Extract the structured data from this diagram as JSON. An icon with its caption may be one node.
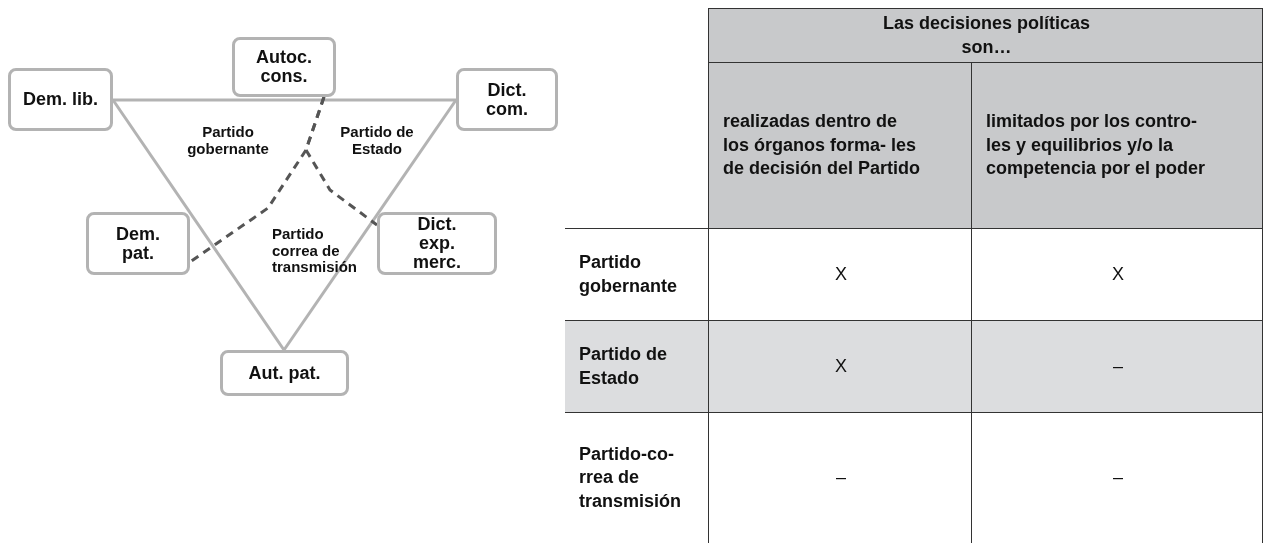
{
  "diagram": {
    "nodes": [
      {
        "text": [
          "Dem. lib."
        ]
      },
      {
        "text": [
          "Autoc. cons."
        ]
      },
      {
        "text": [
          "Dict. com."
        ]
      },
      {
        "text": [
          "Dem. pat."
        ]
      },
      {
        "text": [
          "Dict. exp. merc."
        ]
      },
      {
        "text": [
          "Aut. pat."
        ]
      }
    ],
    "edges": [
      {
        "from": 0,
        "to": 2,
        "arrow": "none"
      },
      {
        "from": 0,
        "to": 5,
        "arrow": "none"
      },
      {
        "from": 2,
        "to": 5,
        "arrow": "none"
      },
      {
        "from": 1,
        "to": 3,
        "arrow": "none",
        "style": "dashed",
        "color": "#555555"
      },
      {
        "from": 1,
        "to": 4,
        "arrow": "none",
        "style": "dashed",
        "color": "#555555"
      }
    ],
    "labels": [
      "Partido gobernante",
      "Partido de Estado",
      "Partido correa de transmisión",
      "Las decisiones políticas son…",
      "realizadas dentro de los órganos forma- les de decisión del Partido",
      "limitados por los contro- les y equilibrios y/o la competencia por el poder",
      "Partido gobernante",
      "X",
      "X",
      "Partido de Estado",
      "X",
      "–",
      "Partido-co- rrea de transmisión",
      "–",
      "–"
    ]
  }
}
